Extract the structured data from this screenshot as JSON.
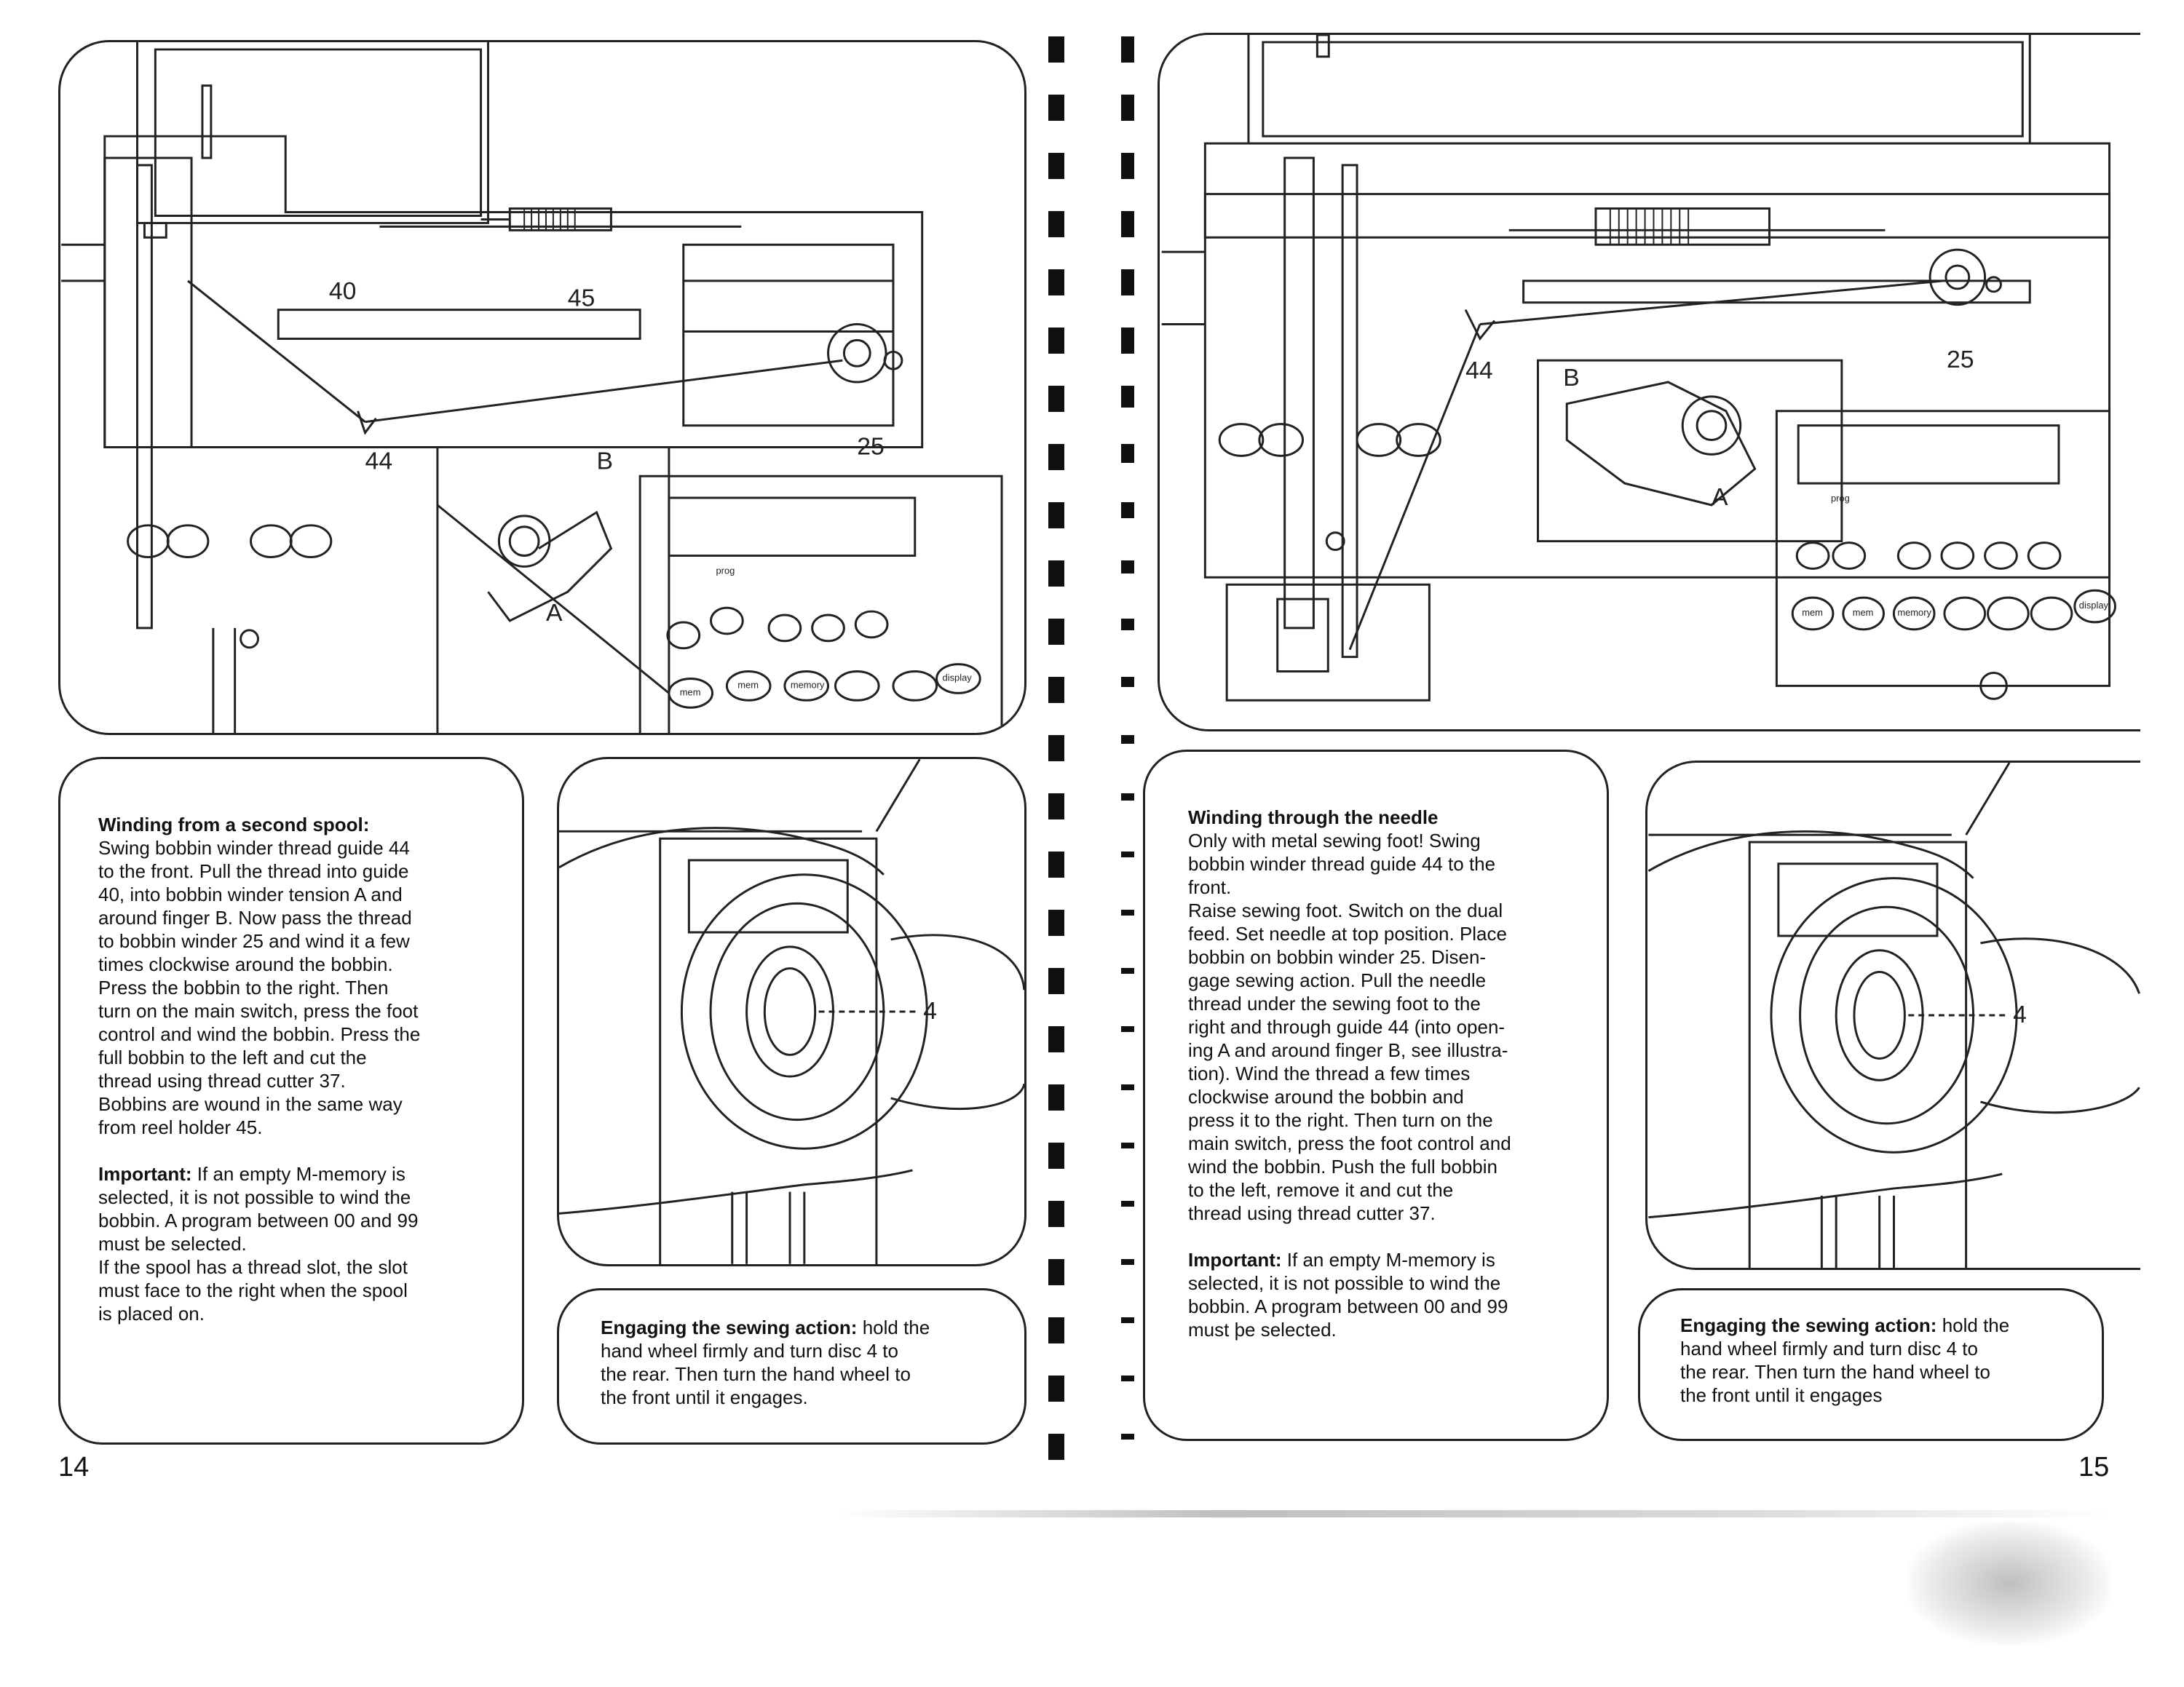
{
  "left_page": {
    "page_number": "14",
    "top_illustration": {
      "labels": [
        "40",
        "45",
        "44",
        "25",
        "B",
        "A"
      ],
      "panel_label": "prog",
      "button_labels": [
        "mem",
        "mem",
        "memory",
        "display"
      ]
    },
    "main_text": {
      "heading": "Winding from a second spool:",
      "body": "Swing bobbin winder thread guide 44\nto the front. Pull the thread into guide\n40, into bobbin winder tension A and\naround finger B. Now pass the thread\nto bobbin winder 25 and wind it a few\ntimes clockwise around the bobbin.\nPress the bobbin to the right. Then\nturn on the main switch, press the foot\ncontrol and wind the bobbin. Press the\nfull bobbin to the left and cut the\nthread using thread cutter 37.\nBobbins are wound in the same way\nfrom reel holder 45.",
      "important_label": "Important:",
      "important_body": " If an empty M-memory is\nselected, it is not possible to wind the\nbobbin. A program between 00 and 99\nmust be selected.\nIf the spool has a thread slot, the slot\nmust face to the right when the spool\nis placed on."
    },
    "hand_illustration": {
      "label": "4"
    },
    "engage_text": {
      "heading": "Engaging the sewing action:",
      "body": " hold the\nhand wheel firmly and turn disc 4 to\nthe rear. Then turn the hand wheel to\nthe front until it engages."
    }
  },
  "right_page": {
    "page_number": "15",
    "top_illustration": {
      "labels": [
        "44",
        "B",
        "A",
        "25"
      ],
      "panel_label": "prog",
      "button_labels": [
        "mem",
        "mem",
        "memory",
        "display"
      ]
    },
    "main_text": {
      "heading": "Winding through the needle",
      "body": "Only with metal sewing foot! Swing\nbobbin winder thread guide 44 to the\nfront.\nRaise sewing foot. Switch on the dual\nfeed. Set needle at top position. Place\nbobbin on bobbin winder 25. Disen-\ngage sewing action. Pull the needle\nthread under the sewing foot to the\nright and through guide 44 (into open-\ning A and around finger B, see illustra-\ntion). Wind the thread a few times\nclockwise around the bobbin and\npress it to the right. Then turn on the\nmain switch, press the foot control and\nwind the bobbin. Push the full bobbin\nto the left, remove it and cut the\nthread using thread cutter 37.",
      "important_label": "Important:",
      "important_body": " If an empty M-memory is\nselected, it is not possible to wind the\nbobbin. A program between 00 and 99\nmust þe selected."
    },
    "hand_illustration": {
      "label": "4"
    },
    "engage_text": {
      "heading": "Engaging the sewing action:",
      "body": " hold the\nhand wheel firmly and turn disc 4 to\nthe rear. Then turn the hand wheel to\nthe front until it engages"
    }
  },
  "colors": {
    "ink": "#111111",
    "line": "#222222",
    "paper": "#ffffff",
    "gray": "#bbbbbb"
  }
}
